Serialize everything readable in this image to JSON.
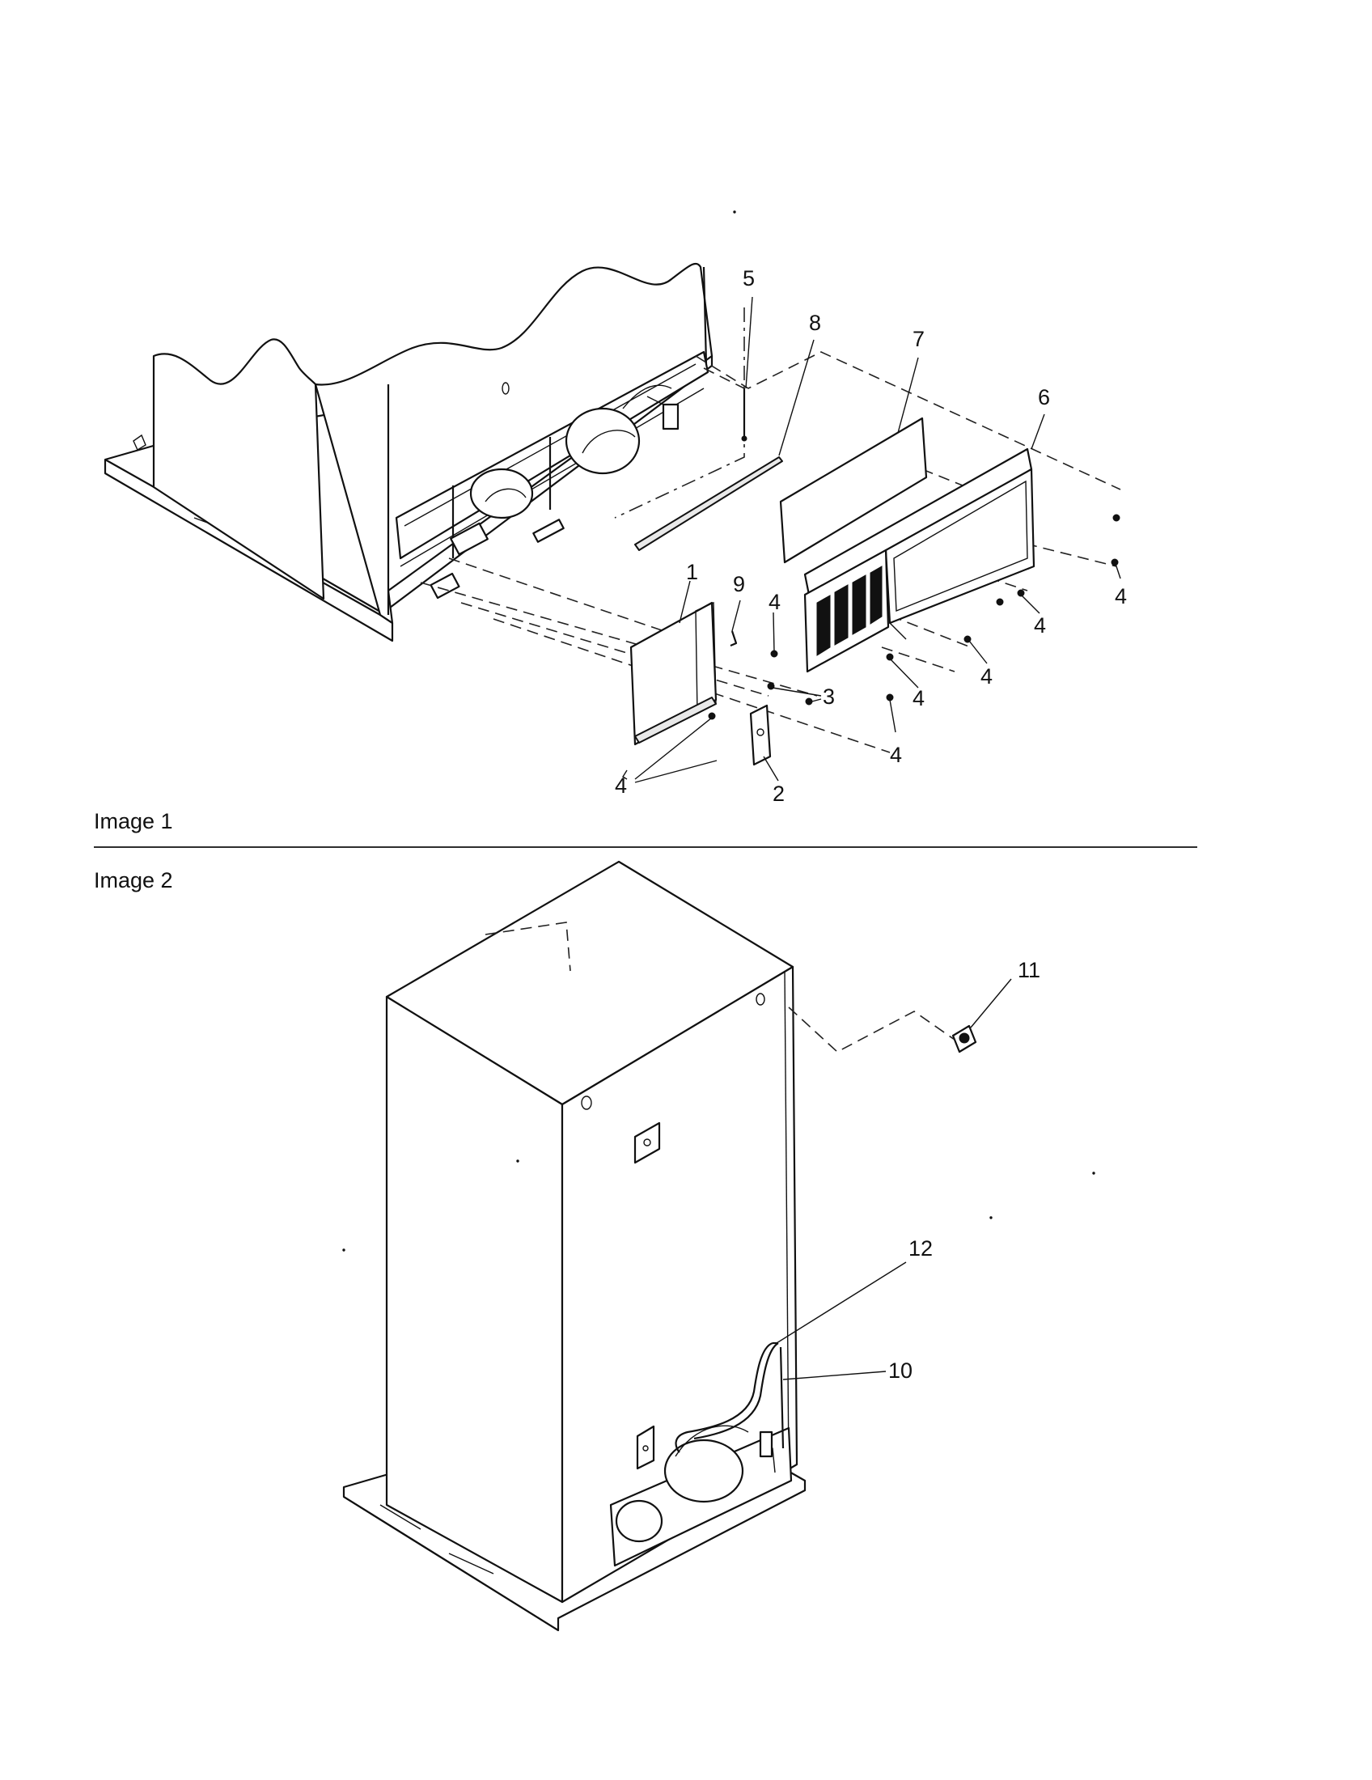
{
  "sections": {
    "image1_label": "Image 1",
    "image2_label": "Image 2"
  },
  "callouts": {
    "c1": "1",
    "c2": "2",
    "c3": "3",
    "c4a": "4",
    "c4b": "4",
    "c4c": "4",
    "c4d": "4",
    "c4e": "4",
    "c4f": "4",
    "c4g": "4",
    "c5": "5",
    "c6": "6",
    "c7": "7",
    "c8": "8",
    "c9": "9",
    "c10": "10",
    "c11": "11",
    "c12": "12"
  }
}
